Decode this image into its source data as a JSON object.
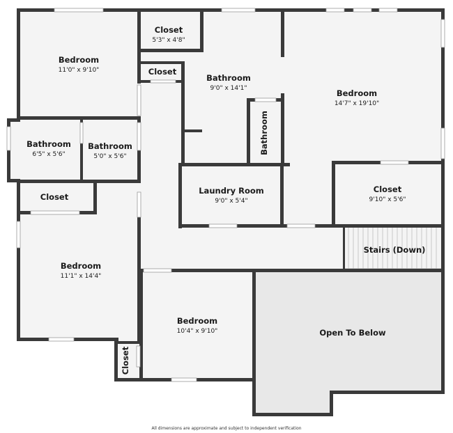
{
  "colors": {
    "wall": "#3a3a3a",
    "floor": "#f4f4f4",
    "open_below": "#e8e8e8",
    "text": "#1a1a1a"
  },
  "rooms": {
    "bedroom_nw": {
      "name": "Bedroom",
      "dim": "11'0\" x 9'10\""
    },
    "closet_top": {
      "name": "Closet",
      "dim": "5'3\" x 4'8\""
    },
    "closet_small": {
      "name": "Closet"
    },
    "bathroom_center": {
      "name": "Bathroom",
      "dim": "9'0\" x 14'1\""
    },
    "bedroom_ne": {
      "name": "Bedroom",
      "dim": "14'7\" x 19'10\""
    },
    "bathroom_w1": {
      "name": "Bathroom",
      "dim": "6'5\" x 5'6\""
    },
    "bathroom_w2": {
      "name": "Bathroom",
      "dim": "5'0\" x 5'6\""
    },
    "bathroom_vertical": {
      "name": "Bathroom"
    },
    "laundry": {
      "name": "Laundry Room",
      "dim": "9'0\" x 5'4\""
    },
    "closet_east": {
      "name": "Closet",
      "dim": "9'10\" x 5'6\""
    },
    "closet_west": {
      "name": "Closet"
    },
    "stairs": {
      "name": "Stairs (Down)"
    },
    "bedroom_w": {
      "name": "Bedroom",
      "dim": "11'1\" x 14'4\""
    },
    "bedroom_s": {
      "name": "Bedroom",
      "dim": "10'4\" x 9'10\""
    },
    "open_below": {
      "name": "Open To Below"
    },
    "closet_vertical": {
      "name": "Closet"
    }
  },
  "disclaimer": "All dimensions are approximate and subject to independent verification"
}
